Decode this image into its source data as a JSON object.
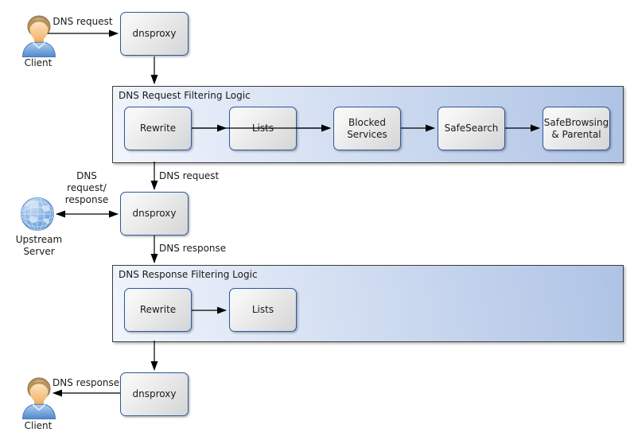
{
  "colors": {
    "box_border": "#2c5aa0",
    "box_fill_light": "#f7f7f6",
    "box_fill_dark": "#d4d5d6",
    "container_fill_light": "#f1f5fc",
    "container_fill_dark": "#aec3e5",
    "container_border": "#3d3d3d",
    "arrow": "#000000",
    "text": "#1a1a1a"
  },
  "proxies": {
    "top": "dnsproxy",
    "middle": "dnsproxy",
    "bottom": "dnsproxy"
  },
  "request_pipeline": {
    "title": "DNS Request Filtering Logic",
    "steps": [
      "Rewrite",
      "Lists",
      "Blocked Services",
      "SafeSearch",
      "SafeBrowsing & Parental"
    ]
  },
  "response_pipeline": {
    "title": "DNS Response Filtering Logic",
    "steps": [
      "Rewrite",
      "Lists"
    ]
  },
  "actors": {
    "client_top": {
      "label": "Client"
    },
    "client_bottom": {
      "label": "Client"
    },
    "upstream": {
      "label": [
        "Upstream",
        "Server"
      ]
    }
  },
  "edge_labels": {
    "client_to_proxy": "DNS request",
    "request_pipeline_to_proxy": "DNS request",
    "proxy_to_upstream": [
      "DNS",
      "request/",
      "response"
    ],
    "proxy_to_response_pipeline": "DNS response",
    "proxy_to_client": "DNS response"
  }
}
